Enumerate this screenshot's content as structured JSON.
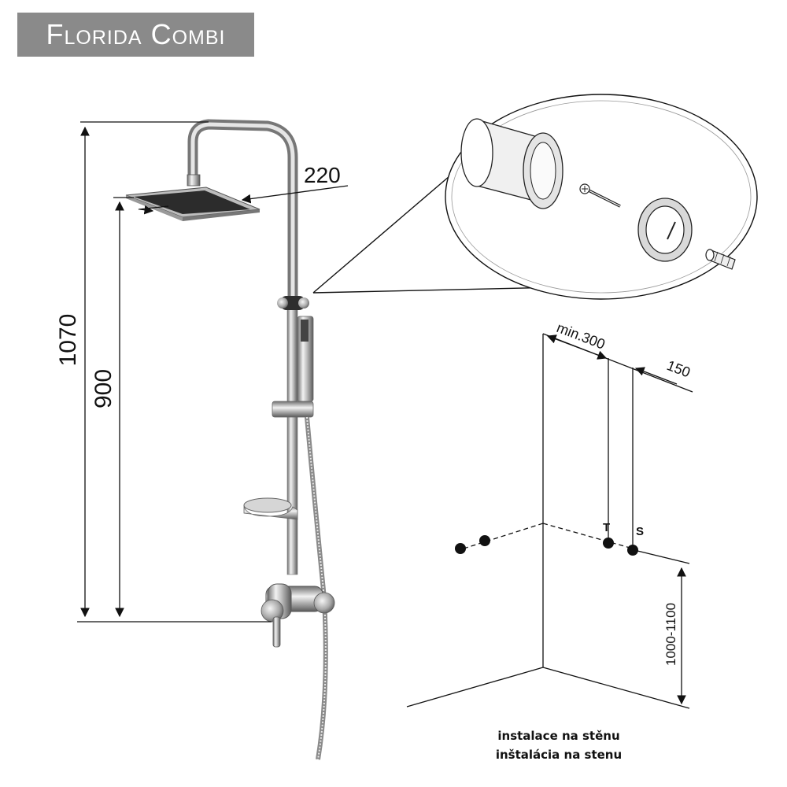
{
  "title": "Florida Combi",
  "dimensions": {
    "total_height": "1070",
    "head_height": "900",
    "head_size": "220",
    "min_spacing": "min.300",
    "outlet_spacing": "150",
    "mount_height": "1000-1100"
  },
  "outlet_labels": {
    "t": "T",
    "s": "S"
  },
  "captions": {
    "czech": "instalace  na stěnu",
    "slovak": "inštalácia  na stenu"
  },
  "colors": {
    "title_bg": "#8a8a8a",
    "line": "#111111",
    "chrome": "#c8c8c8"
  }
}
